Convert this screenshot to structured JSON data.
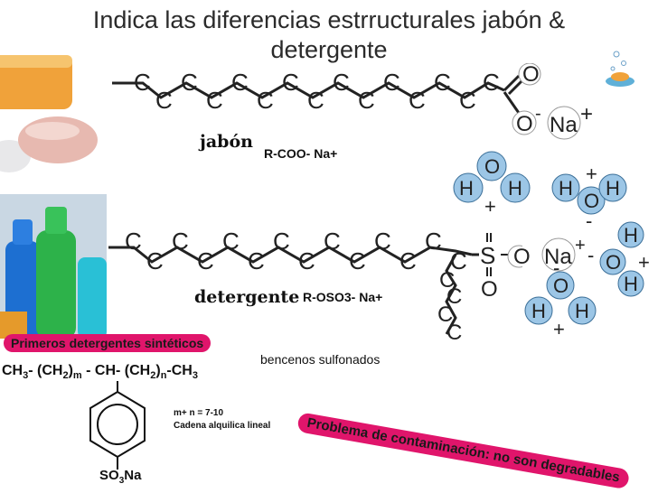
{
  "title": {
    "line1": "Indica las diferencias estrructurales jabón &",
    "line2": "detergente"
  },
  "soap": {
    "label": "jabón",
    "formula": "R-COO- Na+",
    "chain_atom": "C",
    "oxygen": "O",
    "oxide": "O",
    "minus": "-",
    "sodium": "Na",
    "plus": "+"
  },
  "detergent": {
    "label": "detergente",
    "formula": "R-OSO3- Na+",
    "chain_atom": "C",
    "sulfur": "S",
    "oxygen": "O",
    "sodium": "Na",
    "plus": "+",
    "minus": "-"
  },
  "water": {
    "oxygen": "O",
    "hydrogen": "H",
    "plus": "+",
    "minus": "-"
  },
  "synthetic": {
    "banner": "Primeros detergentes sintéticos",
    "subtitle": "bencenos sulfonados",
    "formula_part1": "CH",
    "formula_sub1": "3",
    "formula_part2": "- (CH",
    "formula_sub2": "2",
    "formula_part3": ")",
    "formula_sub3": "m",
    "formula_part4": " - CH- (CH",
    "formula_sub4": "2",
    "formula_part5": ")",
    "formula_sub5": "n",
    "formula_part6": "-CH",
    "formula_sub6": "3",
    "note1": "m+ n   = 7-10",
    "note2": "Cadena alquilica lineal",
    "sulfonate_part1": "SO",
    "sulfonate_sub": "3",
    "sulfonate_part2": "Na"
  },
  "pollution": {
    "banner": "Problema de contaminación: no son degradables"
  },
  "colors": {
    "banner_bg": "#e0156b",
    "banner_text": "#1a1a1a",
    "water_blue": "#9cc6e6",
    "soap_orange": "#f0a23a"
  }
}
